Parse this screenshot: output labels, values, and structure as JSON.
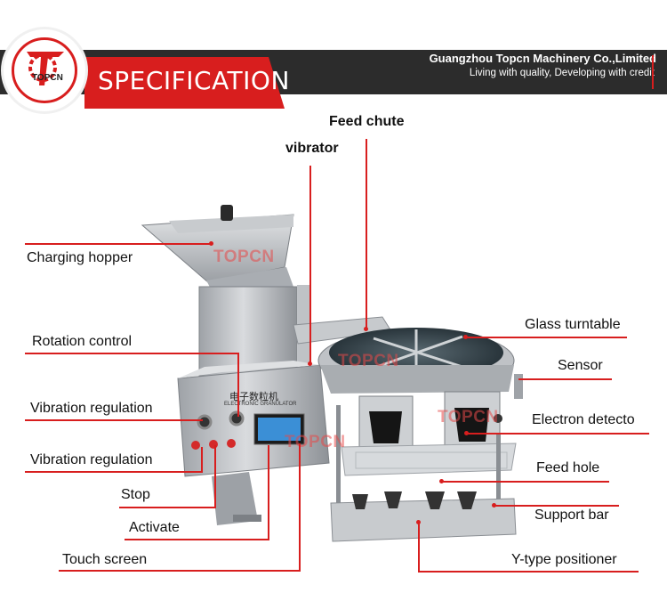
{
  "header": {
    "title": "SPECIFICATION",
    "company": "Guangzhou Topcn Machinery Co.,Limited",
    "slogan": "Living with quality, Developing with credit",
    "logo_text": "TOPCN"
  },
  "watermark": "TOPCN",
  "machine_panel": {
    "chinese_title": "电子数粒机",
    "english_title": "ELECTRONIC GRANULATOR"
  },
  "labels": {
    "feed_chute": "Feed chute",
    "vibrator": "vibrator",
    "charging_hopper": "Charging hopper",
    "glass_turntable": "Glass turntable",
    "rotation_control": "Rotation control",
    "sensor": "Sensor",
    "vibration_regulation_1": "Vibration regulation",
    "electron_detecto": "Electron detecto",
    "vibration_regulation_2": "Vibration regulation",
    "feed_hole": "Feed hole",
    "stop": "Stop",
    "support_bar": "Support bar",
    "activate": "Activate",
    "touch_screen": "Touch screen",
    "y_type_positioner": "Y-type positioner"
  },
  "colors": {
    "accent_red": "#d81e1e",
    "banner_dark": "#2c2c2c",
    "machine_steel": "#b9bcc0"
  }
}
